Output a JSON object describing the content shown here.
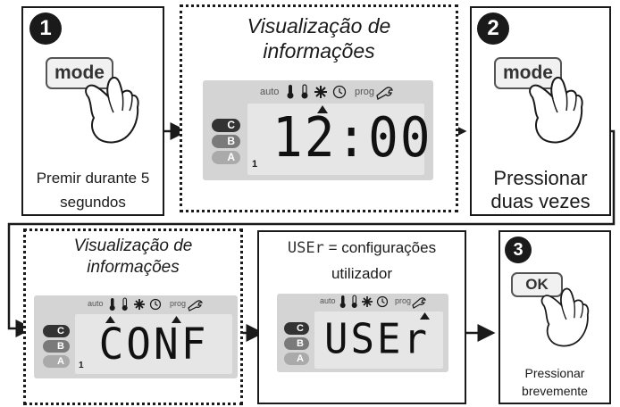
{
  "panels": [
    {
      "step": "1",
      "key": "mode",
      "caption_line1": "Premir durante 5",
      "caption_line2": "segundos"
    },
    {
      "title_line1": "Visualização de",
      "title_line2": "informações",
      "display": "12:00",
      "row_number": "1"
    },
    {
      "step": "2",
      "key": "mode",
      "caption_line1": "Pressionar",
      "caption_line2": "duas vezes"
    },
    {
      "title_line1": "Visualização de",
      "title_line2": "informações",
      "display": "CONF",
      "row_number": "1"
    },
    {
      "title_code": "USEr",
      "title_rest": "= configurações",
      "title_line2": "utilizador",
      "display": "USEr"
    },
    {
      "step": "3",
      "key": "OK",
      "caption_line1": "Pressionar",
      "caption_line2": "brevemente"
    }
  ],
  "lcd_labels": {
    "auto": "auto",
    "prog": "prog",
    "c": "C",
    "b": "B",
    "a": "A"
  },
  "icons": [
    "thermometer-icon",
    "thermometer-icon",
    "snowflake-icon",
    "clock-icon",
    "wrench-icon",
    "hand-icon",
    "arrow-icon"
  ]
}
